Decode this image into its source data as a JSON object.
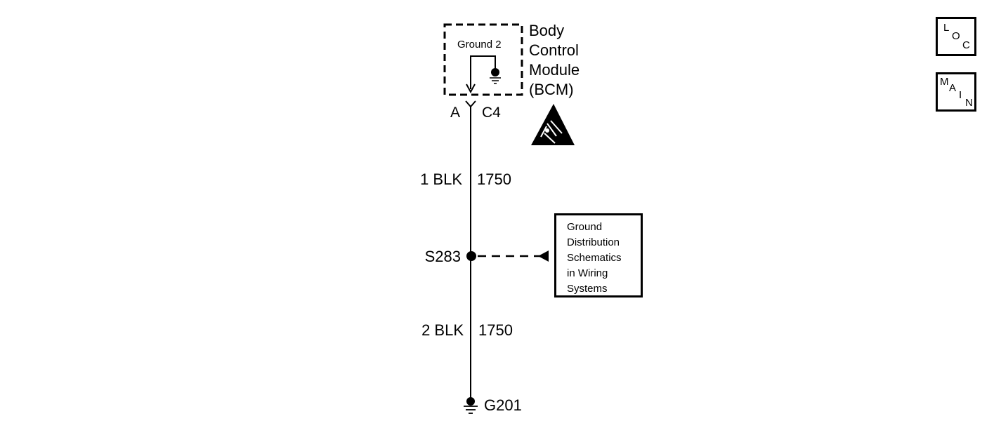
{
  "module": {
    "name_lines": [
      "Body",
      "Control",
      "Module",
      "(BCM)"
    ],
    "internal_label": "Ground 2",
    "pin": "A",
    "connector": "C4"
  },
  "wires": [
    {
      "circuit_label": "1 BLK",
      "circuit_number": "1750"
    },
    {
      "circuit_label": "2 BLK",
      "circuit_number": "1750"
    }
  ],
  "splice": {
    "id": "S283"
  },
  "ground": {
    "id": "G201"
  },
  "reference_box": {
    "lines": [
      "Ground",
      "Distribution",
      "Schematics",
      "in Wiring",
      "Systems"
    ]
  },
  "nav": {
    "loc": {
      "letters": [
        "L",
        "O",
        "C"
      ]
    },
    "main": {
      "letters": [
        "M",
        "A",
        "I",
        "N"
      ]
    }
  },
  "icons": {
    "esd": "esd-warning-icon",
    "ground": "ground-symbol-icon"
  }
}
